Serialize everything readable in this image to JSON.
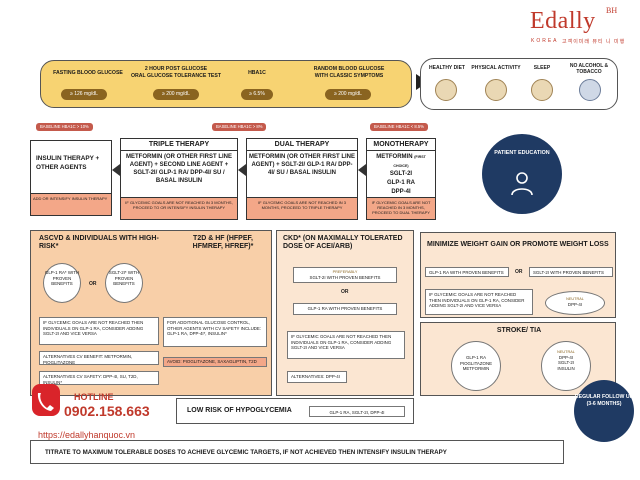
{
  "logo": {
    "brand": "Edally",
    "sup": "BH",
    "sub1": "KOREA",
    "sub2": "고객이미래 뷰티 니 미행"
  },
  "top": {
    "cols": [
      {
        "label": "Fasting Blood Glucose",
        "value": "≥ 126 mg/dL"
      },
      {
        "label": "2 Hour Post Glucose\nOral Glucose Tolerance Test",
        "value": "≥ 200 mg/dL"
      },
      {
        "label": "HbA1c",
        "value": "≥ 6.5%"
      },
      {
        "label": "Random Blood Glucose\nWith Classic Symptoms",
        "value": "≥ 200 mg/dL"
      }
    ]
  },
  "lifestyle": [
    "Healthy Diet",
    "Physical Activity",
    "Sleep",
    "No Alcohol & Tobacco"
  ],
  "tags": {
    "t1": "Baseline HbA1c > 10%",
    "t2": "Baseline HbA1c > 8%",
    "t3": "Baseline HbA1c < 8.5%"
  },
  "insulin": {
    "body": "Insulin Therapy + Other Agents",
    "foot": "Add or intensify insulin therapy"
  },
  "triple": {
    "head": "Triple therapy",
    "body": "Metformin (or other first line agent) + second line agent + SGLT-2i/ GLP-1 RA/ DPP-4i/ SU / Basal Insulin",
    "foot": "If glycemic goals are not reached in 3 months, proceed to or intensify insulin therapy"
  },
  "dual": {
    "head": "Dual therapy",
    "body": "Metformin (or other first line agent) + SGLT-2i/ GLP-1 RA/ DPP-4i/ SU / Basal Insulin",
    "foot": "If glycemic goals are not reached in 3 months, proceed to triple therapy"
  },
  "mono": {
    "head": "Monotherapy",
    "body1": "Metformin",
    "first": "(First Choice)",
    "body2": "SGLT-2i",
    "body3": "GLP-1 RA",
    "body4": "DPP-4i",
    "foot": "If glycemic goals are not reached in 3 months, proceed to dual therapy"
  },
  "patient_edu": "Patient Education",
  "ascvd": {
    "head1": "ASCVD & Individuals with high-risk*",
    "head2": "T2D & HF (HFpEF, HFmrEF, HFrEF)*",
    "glp": "GLP-1 RA* with proven benefits",
    "or": "or",
    "sglt": "SGLT-2i* with proven benefits",
    "note1": "If glycemic goals are not reached then individuals on GLP-1 RA, consider adding SGLT-2i and vice versa",
    "note2": "For additional glucose control, other agents with CV safety include: GLP-1 RA, DPP-4i*, insulin*",
    "alt_benefit": "Alternatives CV benefit: Metformin, Pioglitazone",
    "alt_safety": "Alternatives CV safety: DPP-4i, SU, T2D, insulin*",
    "avoid": "Avoid: Pioglitazone, Saxagliptin, T2D"
  },
  "ckd": {
    "head": "CKD* (on maximally tolerated dose of ACEi/ARB)",
    "pref": "Preferably",
    "sglt": "SGLT-2i with proven benefits",
    "or": "or",
    "glp": "GLP-1 RA with proven benefits",
    "note": "If glycemic goals are not reached then individuals on GLP-1 RA, consider adding SGLT-2i and vice versa",
    "alt": "Alternatives: DPP-4i"
  },
  "weight": {
    "head": "Minimize weight gain or promote weight loss",
    "glp": "GLP-1 RA with proven benefits",
    "or": "or",
    "sglt": "SGLT-2i with proven benefits",
    "note": "If glycemic goals are not reached then individuals on GLP-1 RA, consider adding SGLT-2i and vice versa",
    "neutral": "Neutral",
    "dpp": "DPP-4i"
  },
  "stroke": {
    "head": "Stroke/ TIA",
    "left": "GLP-1 RA\nPioglitazone\nMetformin",
    "neutral": "Neutral",
    "right": "DPP-4i\nSGLT-2i\nInsulin"
  },
  "hypo": {
    "label": "Low risk of Hypoglycemia",
    "value": "GLP-1 RA, SGLT-2i, DPP-4i"
  },
  "titrate": "Titrate to maximum tolerable doses to achieve glycemic targets, if not achieved then intensify insulin therapy",
  "follow": "Regular Follow up (3-6 months)",
  "hotline": {
    "label": "HOTLINE",
    "number": "0902.158.663",
    "url": "https://edallyhanquoc.vn"
  },
  "colors": {
    "top_bg": "#f7d372",
    "pill": "#8a6420",
    "orange": "#f3a788",
    "navy": "#1f3a63",
    "brand": "#c0392b"
  }
}
